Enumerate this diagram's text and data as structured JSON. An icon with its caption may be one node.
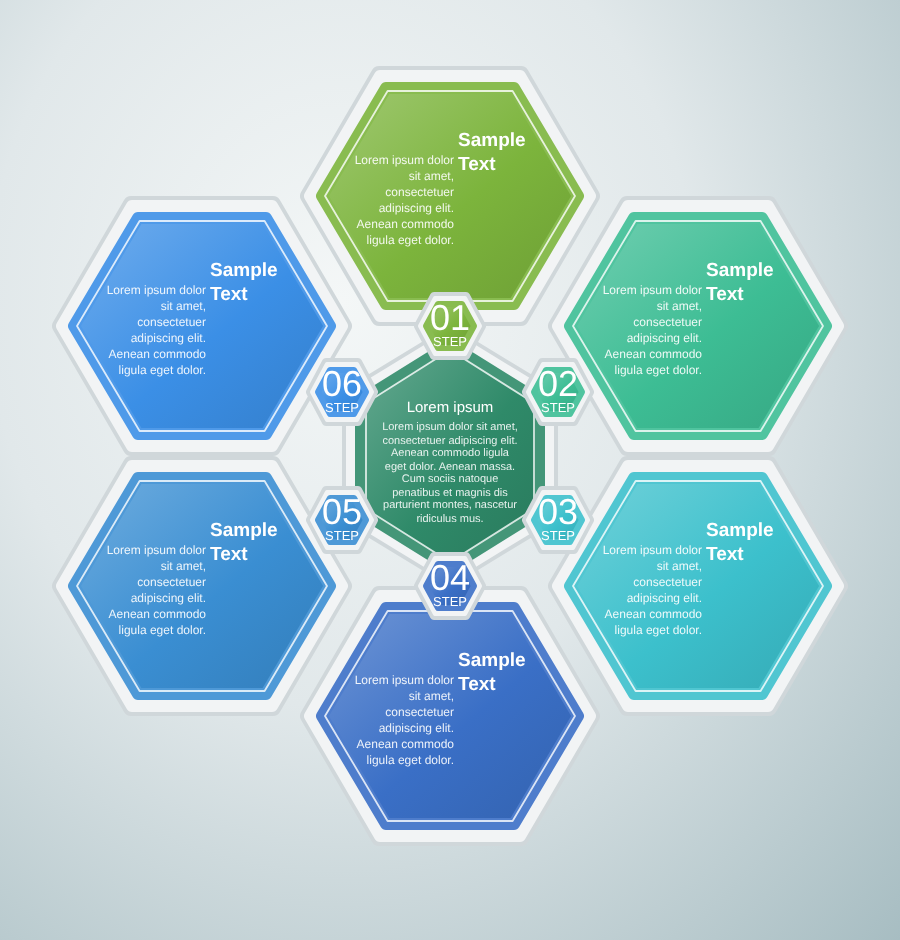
{
  "diagram": {
    "nodes": [
      {
        "text": [
          "Lorem ipsum",
          "Lorem ipsum dolor sit amet, consectetuer adipiscing elit. Aenean commodo ligula eget dolor. Aenean massa. Cum sociis natoque penatibus et magnis dis parturient montes, nascetur ridiculus mus."
        ]
      },
      {
        "text": [
          "Sample Text",
          "Lorem ipsum dolor sit amet, consectetuer adipiscing elit. Aenean commodo ligula eget dolor."
        ]
      },
      {
        "text": [
          "01",
          "STEP"
        ]
      },
      {
        "text": [
          "Sample Text",
          "Lorem ipsum dolor sit amet, consectetuer adipiscing elit. Aenean commodo ligula eget dolor."
        ]
      },
      {
        "text": [
          "02",
          "STEP"
        ]
      },
      {
        "text": [
          "Sample Text",
          "Lorem ipsum dolor sit amet, consectetuer adipiscing elit. Aenean commodo ligula eget dolor."
        ]
      },
      {
        "text": [
          "03",
          "STEP"
        ]
      },
      {
        "text": [
          "Sample Text",
          "Lorem ipsum dolor sit amet, consectetuer adipiscing elit. Aenean commodo ligula eget dolor."
        ]
      },
      {
        "text": [
          "04",
          "STEP"
        ]
      },
      {
        "text": [
          "Sample Text",
          "Lorem ipsum dolor sit amet, consectetuer adipiscing elit. Aenean commodo ligula eget dolor."
        ]
      },
      {
        "text": [
          "05",
          "STEP"
        ]
      },
      {
        "text": [
          "Sample Text",
          "Lorem ipsum dolor sit amet, consectetuer adipiscing elit. Aenean commodo ligula eget dolor."
        ]
      },
      {
        "text": [
          "06",
          "STEP"
        ]
      }
    ]
  }
}
